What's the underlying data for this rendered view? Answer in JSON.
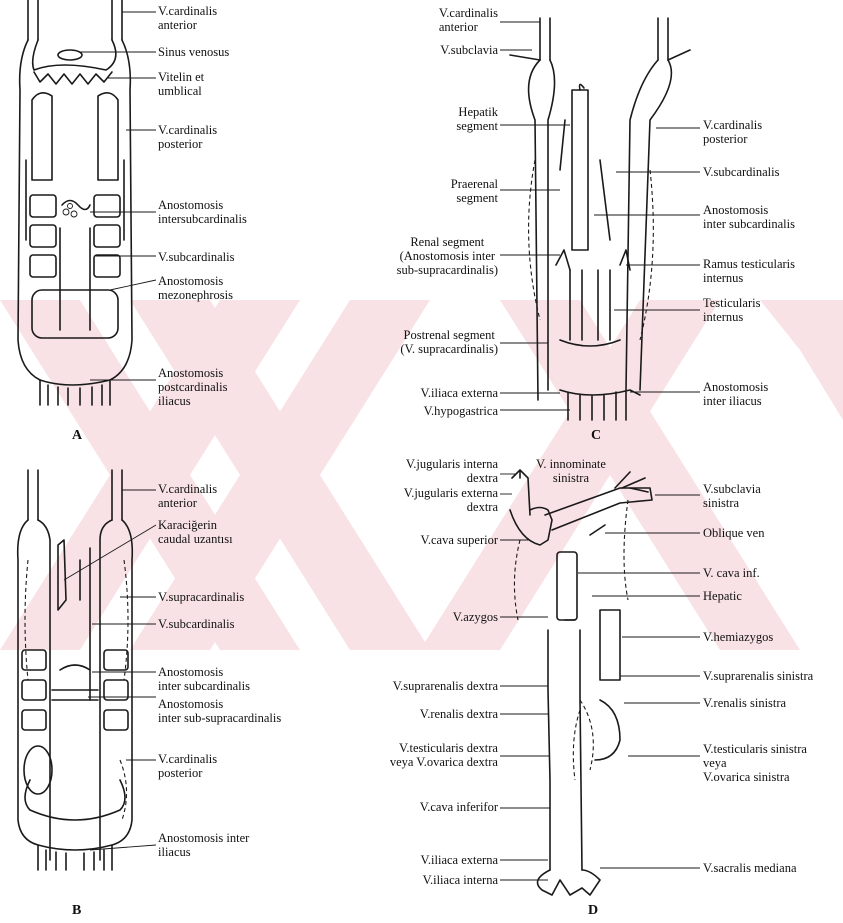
{
  "panels": {
    "A": {
      "letter": "A",
      "labels": {
        "cardinalis_anterior": "V.cardinalis\nanterior",
        "sinus_venosus": "Sinus venosus",
        "vitelin": "Vitelin et\numblical",
        "cardinalis_posterior": "V.cardinalis\nposterior",
        "anost_intersub": "Anostomosis\nintersubcardinalis",
        "subcardinalis": "V.subcardinalis",
        "anost_mezo": "Anostomosis\nmezonephrosis",
        "anost_postcard": "Anostomosis\npostcardinalis\niliacus"
      }
    },
    "B": {
      "letter": "B",
      "labels": {
        "cardinalis_anterior": "V.cardinalis\nanterior",
        "karaciger": "Karaciğerin\ncaudal uzantısı",
        "supracardinalis": "V.supracardinalis",
        "subcardinalis": "V.subcardinalis",
        "anost_inter_sub": "Anostomosis\ninter subcardinalis",
        "anost_inter_subsupra": "Anostomosis\ninter sub-supracardinalis",
        "cardinalis_posterior": "V.cardinalis\nposterior",
        "anost_inter_iliacus": "Anostomosis inter\niliacus"
      }
    },
    "C": {
      "letter": "C",
      "labels": {
        "cardinalis_anterior": "V.cardinalis\nanterior",
        "subclavia": "V.subclavia",
        "hepatik": "Hepatik\nsegment",
        "praerenal": "Praerenal\nsegment",
        "renal": "Renal segment\n(Anostomosis inter\nsub-supracardinalis)",
        "postrenal": "Postrenal segment\n(V. supracardinalis)",
        "iliaca_externa": "V.iliaca externa",
        "hypogastrica": "V.hypogastrica",
        "cardinalis_posterior": "V.cardinalis\nposterior",
        "subcardinalis": "V.subcardinalis",
        "anost_inter_sub": "Anostomosis\ninter subcardinalis",
        "ramus_test": "Ramus testicularis\ninternus",
        "testicularis": "Testicularis\ninternus",
        "anost_inter_iliacus": "Anostomosis\ninter iliacus"
      }
    },
    "D": {
      "letter": "D",
      "labels": {
        "jug_int": "V.jugularis interna\ndextra",
        "innominate": "V. innominate\nsinistra",
        "jug_ext": "V.jugularis externa\ndextra",
        "subclavia_sin": "V.subclavia\nsinistra",
        "cava_sup": "V.cava superior",
        "oblique": "Oblique ven",
        "cava_inf_short": "V. cava inf.",
        "hepatic": "Hepatic",
        "azygos": "V.azygos",
        "hemiazygos": "V.hemiazygos",
        "supraren_dex": "V.suprarenalis dextra",
        "supraren_sin": "V.suprarenalis sinistra",
        "renalis_dex": "V.renalis dextra",
        "renalis_sin": "V.renalis sinistra",
        "test_dex": "V.testicularis dextra\nveya V.ovarica dextra",
        "test_sin": "V.testicularis sinistra\nveya\nV.ovarica sinistra",
        "cava_inferifor": "V.cava inferifor",
        "iliaca_ext": "V.iliaca externa",
        "iliaca_int": "V.iliaca interna",
        "sacralis": "V.sacralis mediana"
      }
    }
  },
  "colors": {
    "ink": "#1a1a1a",
    "watermark": "#f6d8dc"
  }
}
